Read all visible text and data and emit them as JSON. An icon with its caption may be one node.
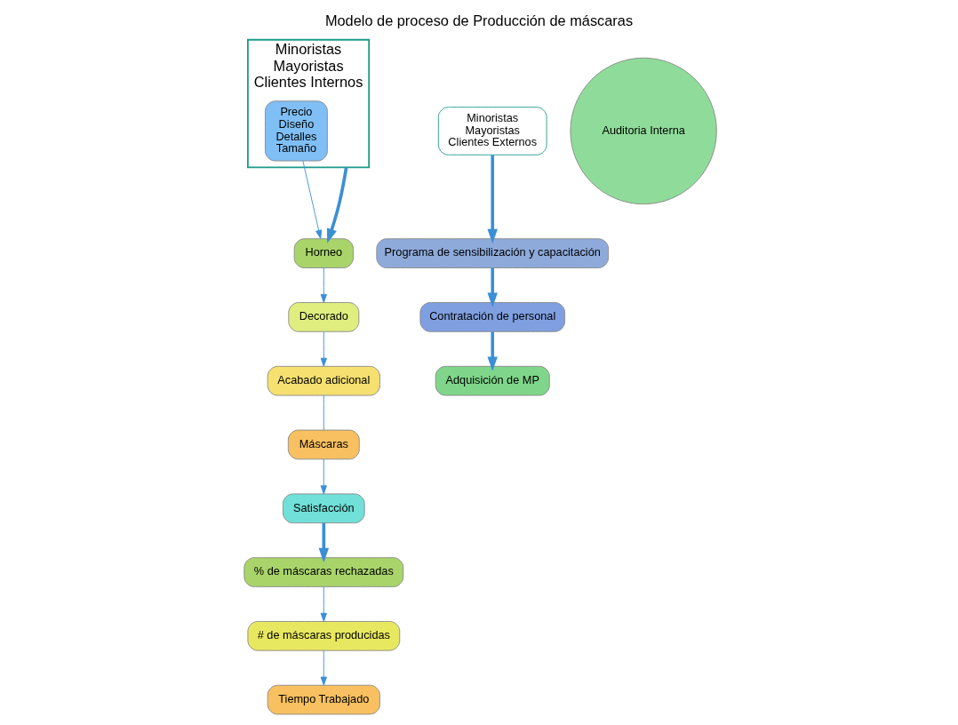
{
  "diagram": {
    "title": "Modelo de proceso de Producción de máscaras",
    "nodes": [
      {
        "text": [
          "Minoristas",
          "Mayoristas",
          "Clientes Internos"
        ]
      },
      {
        "text": [
          "Minoristas",
          "Mayoristas",
          "Clientes Externos"
        ]
      },
      {
        "text": [
          "Programa de sensibilización y capacitación"
        ]
      },
      {
        "text": [
          "Auditoria Interna"
        ]
      },
      {
        "text": [
          "Contratación de personal"
        ]
      },
      {
        "text": [
          "Adquisición de MP"
        ]
      },
      {
        "text": [
          "% de máscaras rechazadas"
        ]
      },
      {
        "text": [
          "# de máscaras producidas"
        ]
      },
      {
        "text": [
          "Tiempo Trabajado"
        ]
      },
      {
        "text": [
          "Precio",
          "Diseño",
          "Detalles",
          "Tamaño"
        ],
        "in": 0
      },
      {
        "text": [
          "Horneo"
        ]
      },
      {
        "text": [
          "Decorado"
        ]
      },
      {
        "text": [
          "Acabado adicional"
        ]
      },
      {
        "text": [
          "Máscaras"
        ]
      },
      {
        "text": [
          "Satisfacción"
        ]
      }
    ],
    "edges": [
      {
        "from": 2,
        "to": 4,
        "arrow": "to",
        "style": "thick"
      },
      {
        "from": 4,
        "to": 5,
        "arrow": "to",
        "style": "thick"
      },
      {
        "from": 0,
        "to": 10,
        "arrow": "to",
        "style": "thick"
      },
      {
        "from": 1,
        "to": 2,
        "arrow": "to",
        "style": "thick"
      },
      {
        "from": 14,
        "to": 6,
        "arrow": "to",
        "style": "thick"
      },
      {
        "from": 6,
        "to": 7,
        "arrow": "to"
      },
      {
        "from": 7,
        "to": 8,
        "arrow": "to"
      },
      {
        "from": 9,
        "to": 10,
        "arrow": "to"
      },
      {
        "from": 10,
        "to": 11,
        "arrow": "to"
      },
      {
        "from": 11,
        "to": 12,
        "arrow": "to"
      },
      {
        "from": 12,
        "to": 13,
        "arrow": "none"
      },
      {
        "from": 13,
        "to": 14,
        "arrow": "to"
      }
    ]
  }
}
